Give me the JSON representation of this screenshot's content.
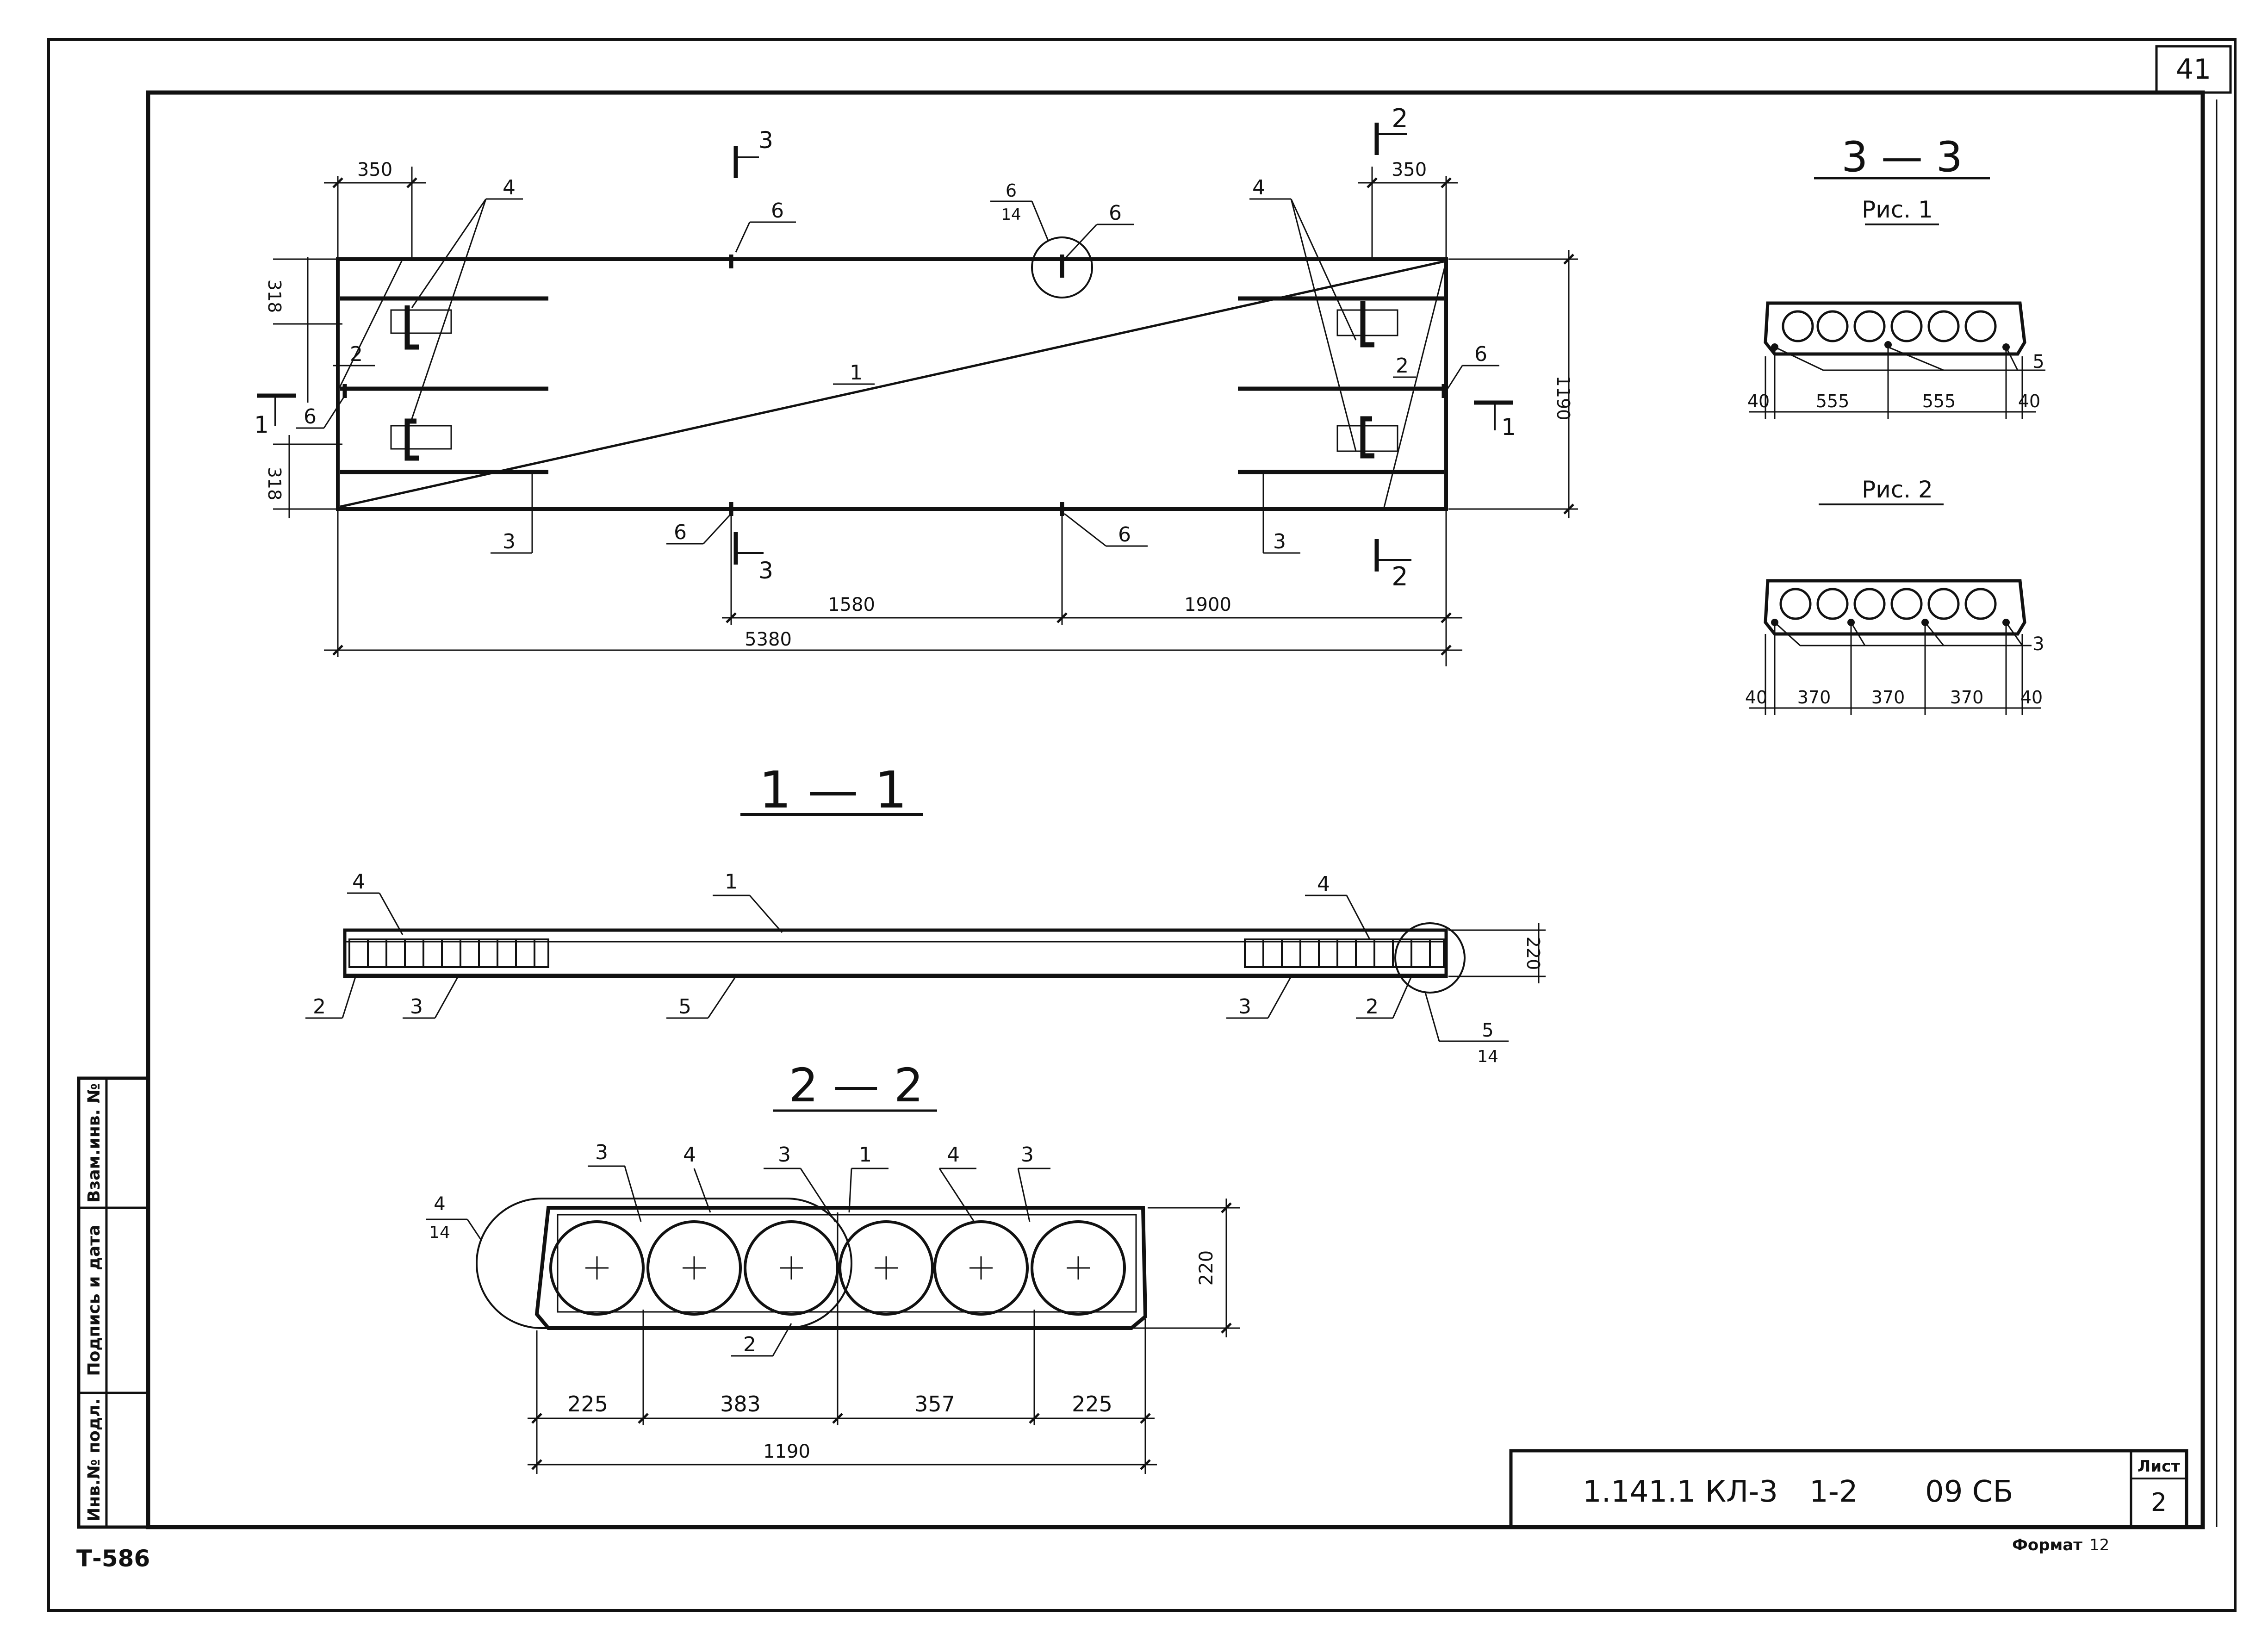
{
  "sheet": {
    "corner_number": "41",
    "archive_code": "Т-586",
    "format_label": "Формат",
    "format_value": "12"
  },
  "title_block": {
    "designation": "1.141.1 КЛ-3",
    "sheet_range": "1-2",
    "suffix": "09 СБ",
    "sheet_label": "Лист",
    "sheet_number": "2"
  },
  "side_stamp": {
    "cells": [
      "Взам.инв. №",
      "Подпись и дата",
      "Инв.№ подл."
    ]
  },
  "plan_view": {
    "dims": {
      "left_top": "350",
      "right_top": "350",
      "left_vert_1": "318",
      "left_vert_2": "318",
      "height": "1190",
      "span_a": "1580",
      "span_b": "1900",
      "length": "5380"
    },
    "leaders": {
      "n4_left": "4",
      "n4_right": "4",
      "n6_top": "6",
      "n6_circle_label": "6",
      "n6_circle_frac_top": "6",
      "n6_circle_frac_bot": "14",
      "n2_left": "2",
      "n2_right": "2",
      "n6_left": "6",
      "n6_right": "6",
      "n1": "1",
      "n3_left": "3",
      "n3_right": "3",
      "n6_bottom_a": "6",
      "n6_bottom_b": "6"
    },
    "section_marks": {
      "s3_top": "3",
      "s3_bottom": "3",
      "s2_top": "2",
      "s2_bottom": "2",
      "s1_left": "1",
      "s1_right": "1"
    }
  },
  "section_1_1": {
    "title": "1 — 1",
    "dims": {
      "height": "220"
    },
    "leaders": {
      "n4_left": "4",
      "n1": "1",
      "n4_right": "4",
      "n2_left": "2",
      "n3_left": "3",
      "n5": "5",
      "n3_right": "3",
      "n2_right": "2",
      "n5_frac_top": "5",
      "n5_frac_bot": "14"
    }
  },
  "section_2_2": {
    "title": "2 — 2",
    "dims": {
      "d1": "225",
      "d2": "383",
      "d3": "357",
      "d4": "225",
      "total": "1190",
      "height": "220"
    },
    "leaders": {
      "n3_a": "3",
      "n4_a": "4",
      "n3_b": "3",
      "n1": "1",
      "n4_b": "4",
      "n3_c": "3",
      "n2": "2",
      "frac_top": "4",
      "frac_bot": "14"
    }
  },
  "section_3_3": {
    "title": "3 — 3",
    "fig1": {
      "label": "Рис. 1",
      "dims": [
        "40",
        "555",
        "555",
        "40"
      ],
      "leader": "5"
    },
    "fig2": {
      "label": "Рис. 2",
      "dims": [
        "40",
        "370",
        "370",
        "370",
        "40"
      ],
      "leader": "3"
    }
  }
}
